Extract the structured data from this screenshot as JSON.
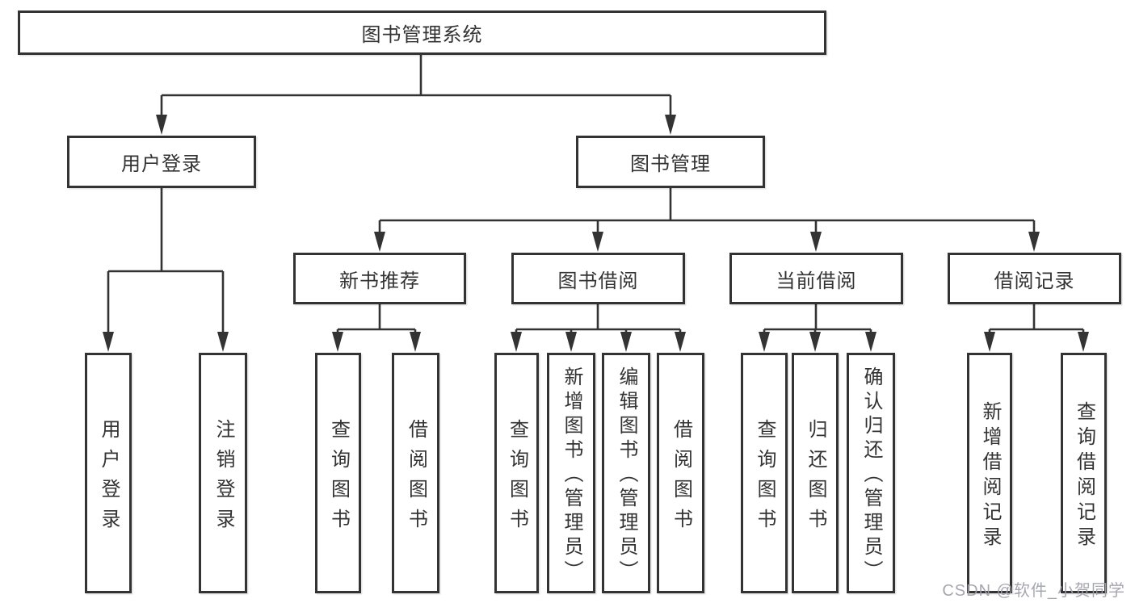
{
  "diagram": {
    "watermark": "CSDN @软件_小贺同学",
    "colors": {
      "line": "#333333",
      "text": "#333333",
      "background": "#ffffff",
      "watermark": "#9e9eaa"
    },
    "tree": {
      "label": "图书管理系统",
      "children": [
        {
          "label": "用户登录",
          "children": [
            {
              "label": "用户登录"
            },
            {
              "label": "注销登录"
            }
          ]
        },
        {
          "label": "图书管理",
          "children": [
            {
              "label": "新书推荐",
              "children": [
                {
                  "label": "查询图书"
                },
                {
                  "label": "借阅图书"
                }
              ]
            },
            {
              "label": "图书借阅",
              "children": [
                {
                  "label": "查询图书"
                },
                {
                  "label": "新增图书（管理员）"
                },
                {
                  "label": "编辑图书（管理员）"
                },
                {
                  "label": "借阅图书"
                }
              ]
            },
            {
              "label": "当前借阅",
              "children": [
                {
                  "label": "查询图书"
                },
                {
                  "label": "归还图书"
                },
                {
                  "label": "确认归还（管理员）"
                }
              ]
            },
            {
              "label": "借阅记录",
              "children": [
                {
                  "label": "新增借阅记录"
                },
                {
                  "label": "查询借阅记录"
                }
              ]
            }
          ]
        }
      ]
    }
  }
}
